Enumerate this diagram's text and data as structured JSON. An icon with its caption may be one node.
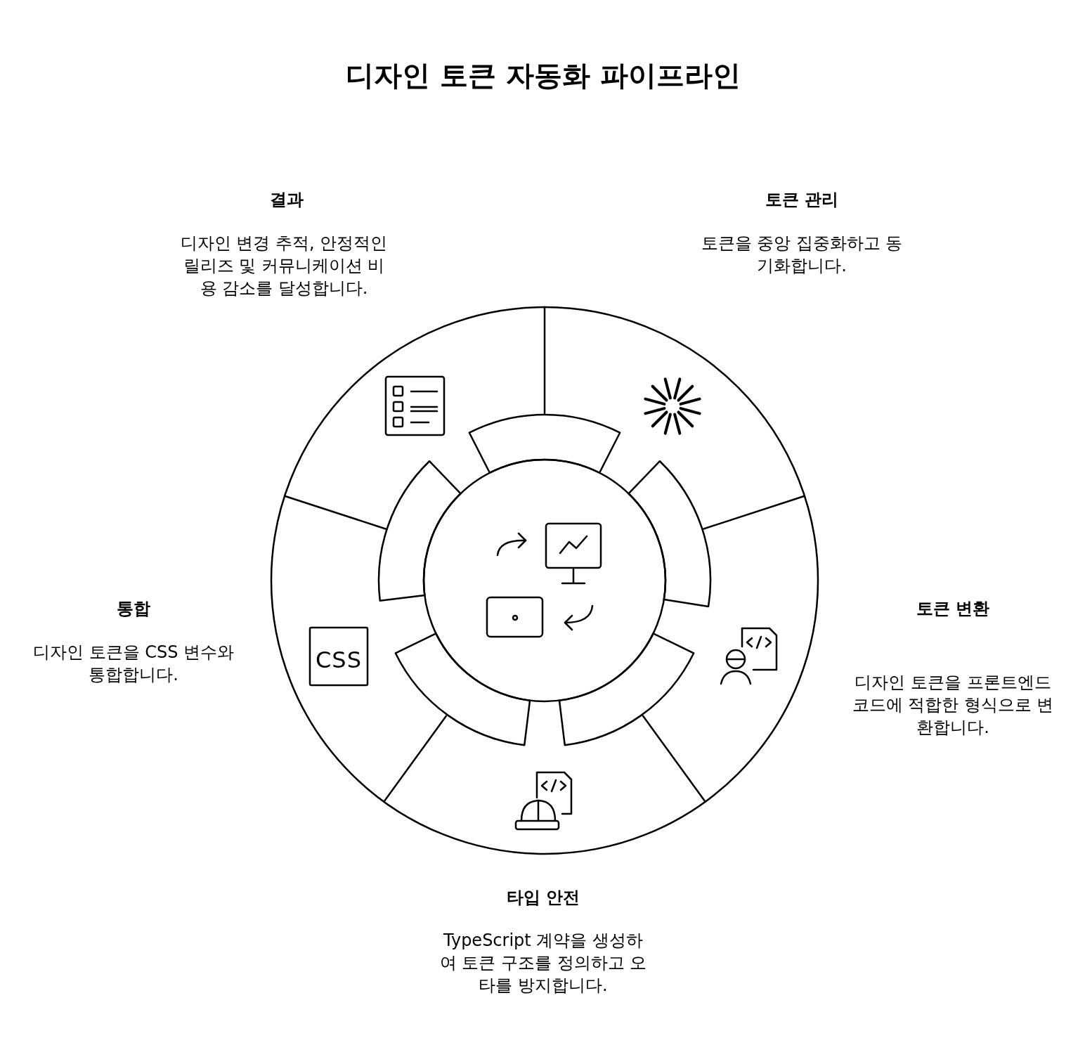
{
  "diagram": {
    "title": "디자인 토큰 자동화 파이프라인",
    "labels": [
      "결과",
      "디자인 변경 추적, 안정적인 릴리즈 및 커뮤니케이션 비용 감소를 달성합니다.",
      "토큰 관리",
      "토큰을 중앙 집중화하고 동기화합니다.",
      "CSS",
      "통합",
      "디자인 토큰을 CSS 변수와 통합합니다.",
      "토큰 변환",
      "디자인 토큰을 프론트엔드 코드에 적합한 형식으로 변환합니다.",
      "타입 안전",
      "TypeScript 계약을 생성하여 토큰 구조를 정의하고 오타를 방지합니다."
    ]
  }
}
